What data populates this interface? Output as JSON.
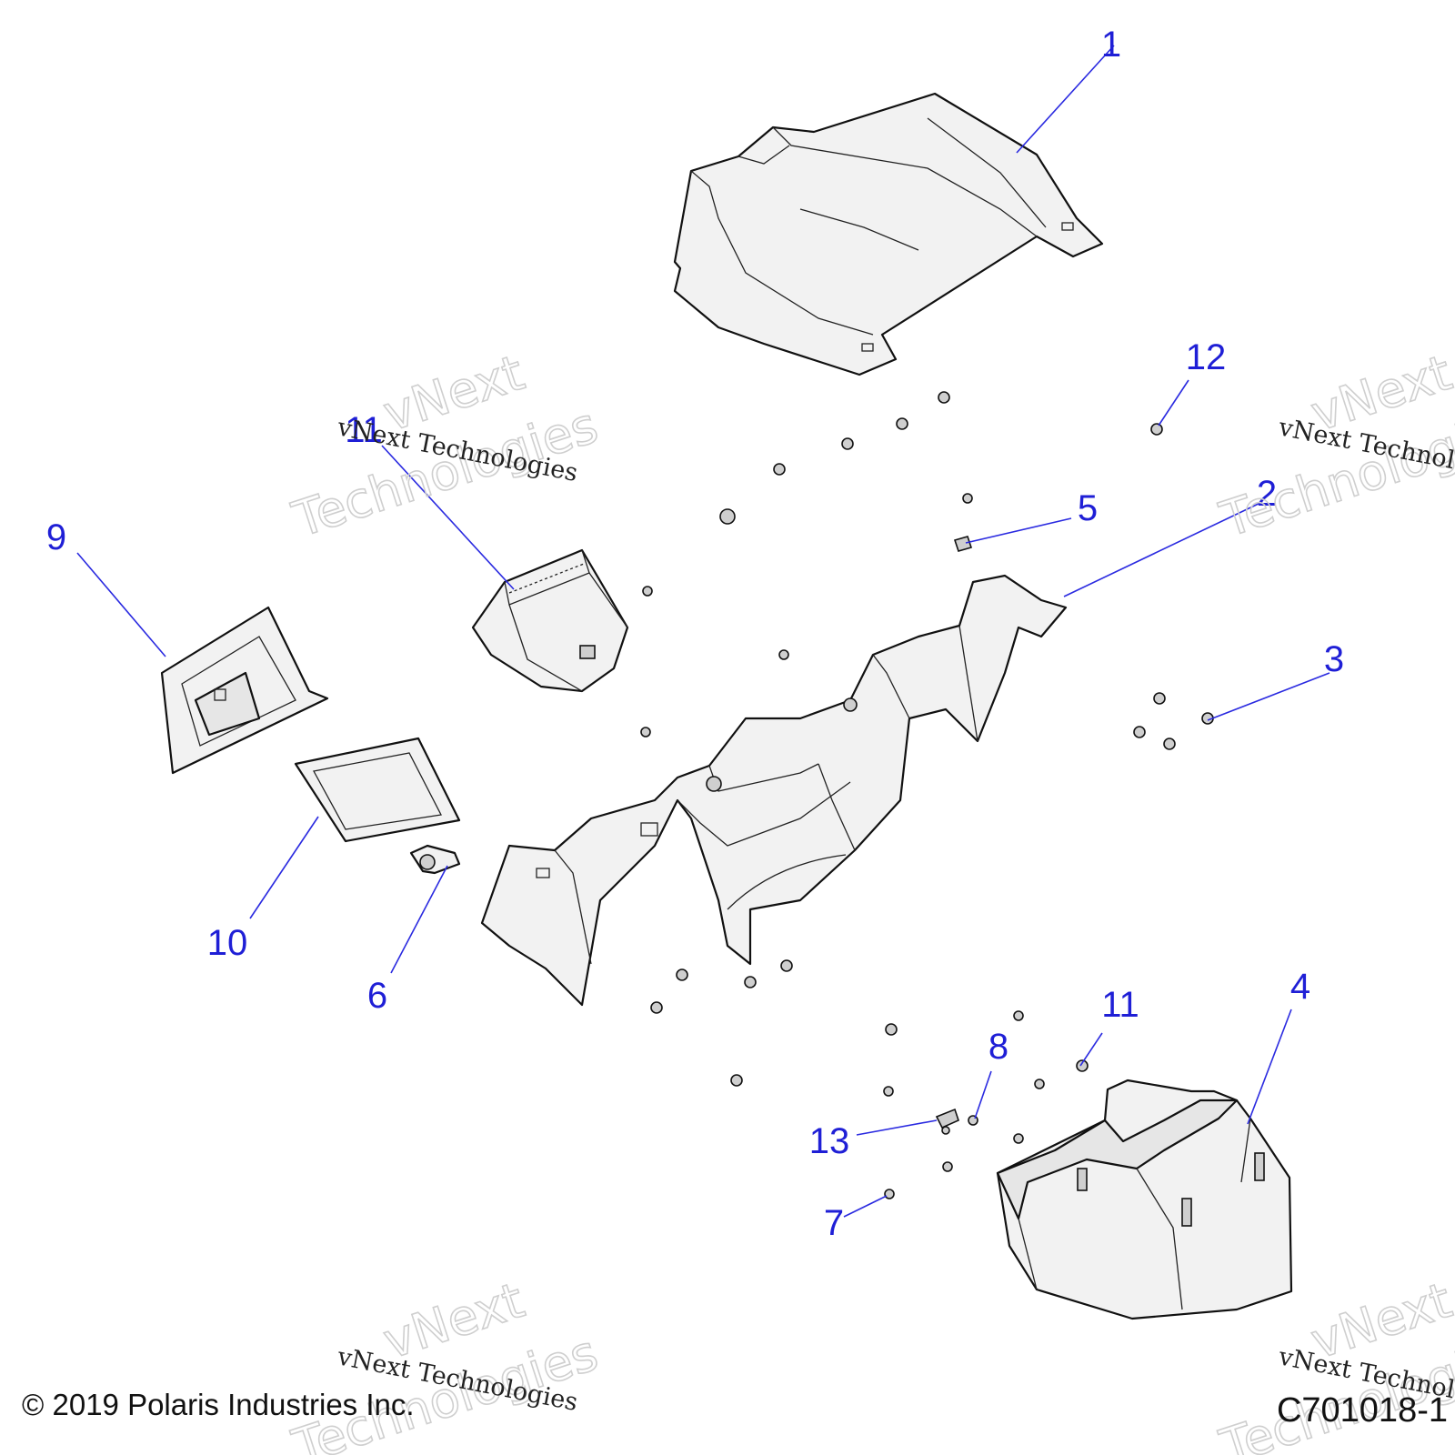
{
  "callouts": [
    {
      "id": "c1",
      "label": "1"
    },
    {
      "id": "c2",
      "label": "2"
    },
    {
      "id": "c3",
      "label": "3"
    },
    {
      "id": "c4",
      "label": "4"
    },
    {
      "id": "c5",
      "label": "5"
    },
    {
      "id": "c6",
      "label": "6"
    },
    {
      "id": "c7",
      "label": "7"
    },
    {
      "id": "c8",
      "label": "8"
    },
    {
      "id": "c9",
      "label": "9"
    },
    {
      "id": "c10",
      "label": "10"
    },
    {
      "id": "c11a",
      "label": "11"
    },
    {
      "id": "c11b",
      "label": "11"
    },
    {
      "id": "c12",
      "label": "12"
    },
    {
      "id": "c13",
      "label": "13"
    }
  ],
  "watermark": {
    "line1": "vNext",
    "line2": "Technologies",
    "caption": "vNext Technologies"
  },
  "footer": {
    "copyright": "© 2019 Polaris Industries Inc.",
    "figure_code": "C701018-1"
  }
}
